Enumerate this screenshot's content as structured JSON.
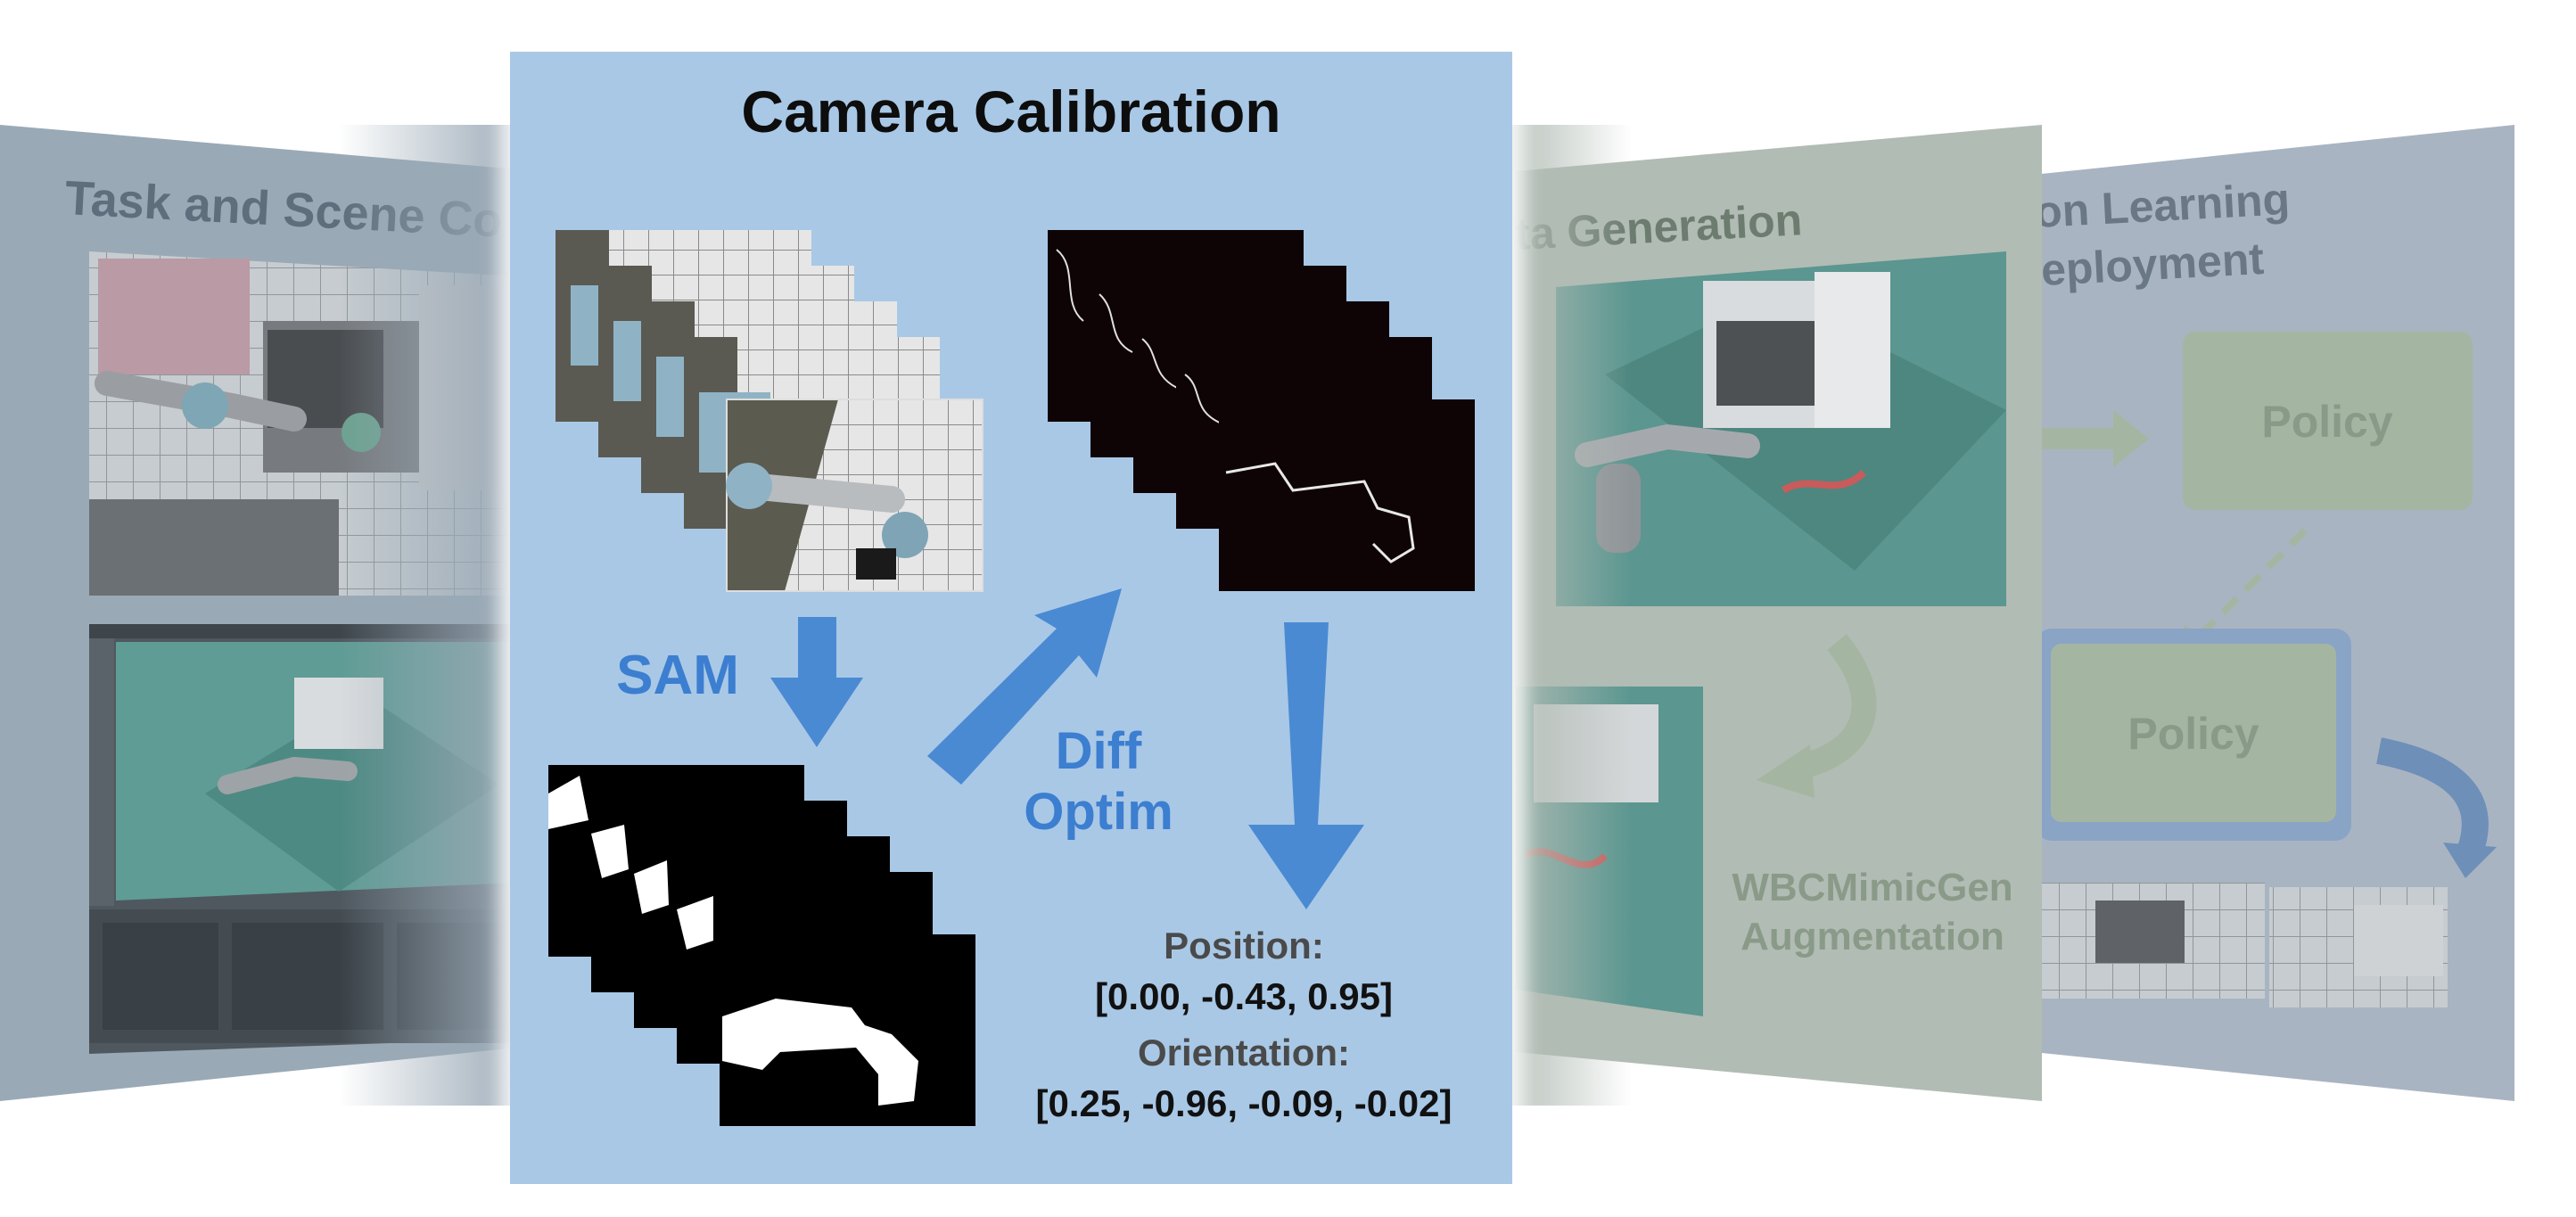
{
  "center_panel": {
    "title": "Camera Calibration",
    "sam_label": "SAM",
    "diff_label_line1": "Diff",
    "diff_label_line2": "Optim",
    "position_label": "Position:",
    "position_value": "[0.00, -0.43, 0.95]",
    "orientation_label": "Orientation:",
    "orientation_value": "[0.25, -0.96, -0.09, -0.02]"
  },
  "left_panel": {
    "title": "Task and Scene Co"
  },
  "right_panel_1": {
    "title": "ta Generation",
    "augmentation_line1": "WBCMimicGen",
    "augmentation_line2": "Augmentation"
  },
  "right_panel_2": {
    "title_line1": "on Learning",
    "title_line2": "eployment",
    "policy_top": "Policy",
    "policy_bottom": "Policy"
  },
  "colors": {
    "center_bg": "#a9c8e6",
    "accent_blue": "#4a8ad3",
    "left_panel": "#9aa9b6",
    "right_panel_1": "#b1bcb4",
    "right_panel_2": "#a9b4c2"
  }
}
